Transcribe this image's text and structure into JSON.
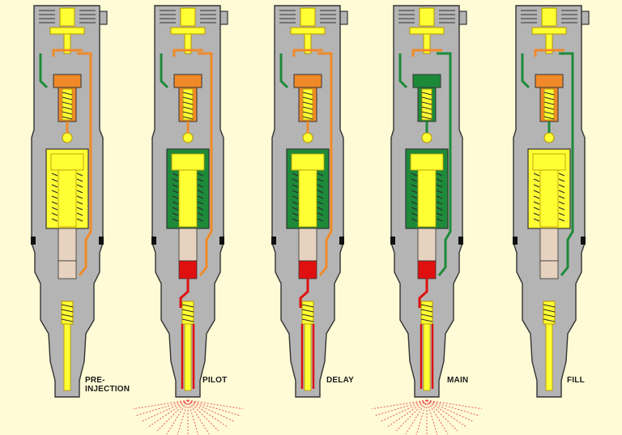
{
  "figure": {
    "colors": {
      "background": "#fffbd6",
      "body": "#b4b4b4",
      "outline": "#333333",
      "fuel": "#ffff33",
      "fuel_edge": "#b49400",
      "low_pressure": "#f08a28",
      "return_line": "#1d8a3a",
      "high_pressure": "#e01010",
      "spring": "#2a2a2a",
      "spray": "#e85a5a"
    },
    "injectors": [
      {
        "label_lines": [
          "PRE-",
          "INJECTION"
        ],
        "valve_housing": "low_pressure",
        "center_line": "low_pressure",
        "chamber": "fuel",
        "high_pressure_fill": false,
        "spray": false
      },
      {
        "label_lines": [
          "PILOT"
        ],
        "valve_housing": "low_pressure",
        "center_line": "low_pressure",
        "chamber": "return_line",
        "high_pressure_fill": true,
        "spray": true
      },
      {
        "label_lines": [
          "DELAY"
        ],
        "valve_housing": "low_pressure",
        "center_line": "low_pressure",
        "chamber": "return_line",
        "high_pressure_fill": true,
        "spray": false
      },
      {
        "label_lines": [
          "MAIN"
        ],
        "valve_housing": "return_line",
        "center_line": "return_line",
        "chamber": "return_line",
        "high_pressure_fill": true,
        "spray": true
      },
      {
        "label_lines": [
          "FILL"
        ],
        "valve_housing": "low_pressure",
        "center_line": "return_line",
        "chamber": "fuel",
        "high_pressure_fill": false,
        "spray": false
      }
    ]
  }
}
